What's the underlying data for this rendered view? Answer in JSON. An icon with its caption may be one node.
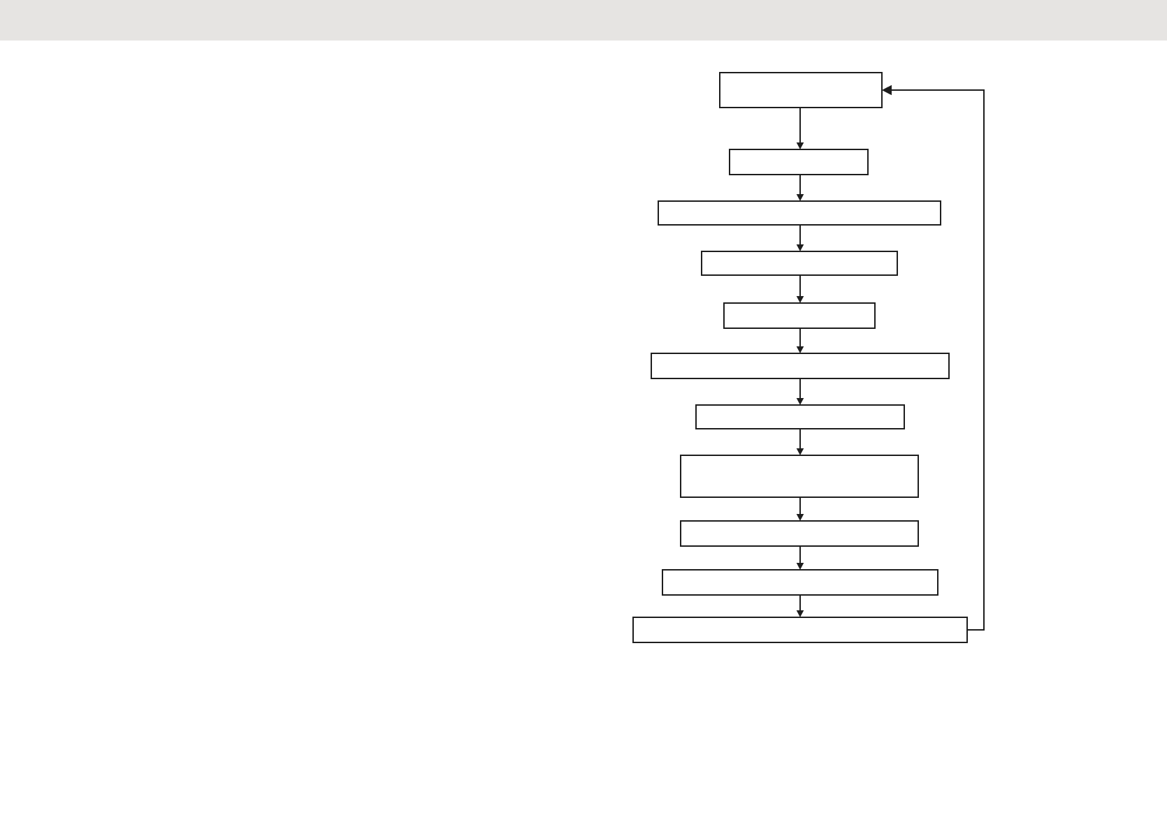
{
  "diagram": {
    "nodes": [
      {
        "text": [],
        "shape": "box"
      },
      {
        "text": [],
        "shape": "box"
      },
      {
        "text": [],
        "shape": "box"
      },
      {
        "text": [],
        "shape": "box"
      },
      {
        "text": [],
        "shape": "box"
      },
      {
        "text": [],
        "shape": "box"
      },
      {
        "text": [],
        "shape": "box"
      },
      {
        "text": [],
        "shape": "box"
      },
      {
        "text": [],
        "shape": "box"
      },
      {
        "text": [],
        "shape": "box"
      },
      {
        "text": [],
        "shape": "box"
      }
    ],
    "edges": [
      {
        "from": 0,
        "to": 1,
        "arrow": "to"
      },
      {
        "from": 1,
        "to": 2,
        "arrow": "to"
      },
      {
        "from": 2,
        "to": 3,
        "arrow": "to"
      },
      {
        "from": 3,
        "to": 4,
        "arrow": "to"
      },
      {
        "from": 4,
        "to": 5,
        "arrow": "to"
      },
      {
        "from": 5,
        "to": 6,
        "arrow": "to"
      },
      {
        "from": 6,
        "to": 7,
        "arrow": "to"
      },
      {
        "from": 7,
        "to": 8,
        "arrow": "to"
      },
      {
        "from": 8,
        "to": 9,
        "arrow": "to"
      },
      {
        "from": 9,
        "to": 10,
        "arrow": "to"
      },
      {
        "from": 10,
        "to": 0,
        "arrow": "to"
      }
    ]
  }
}
